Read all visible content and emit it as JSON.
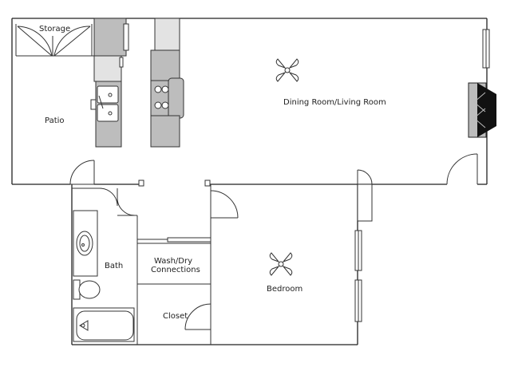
{
  "rooms": {
    "storage": "Storage",
    "patio": "Patio",
    "dining_living": "Dining Room/Living Room",
    "bath": "Bath",
    "wash_dry_line1": "Wash/Dry",
    "wash_dry_line2": "Connections",
    "closet": "Closet",
    "bedroom": "Bedroom"
  }
}
